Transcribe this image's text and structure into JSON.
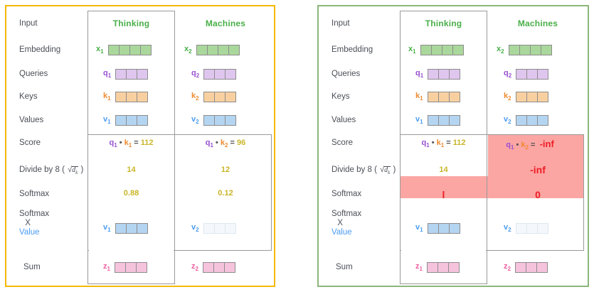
{
  "meta": {
    "title": "Self-Attention computation: unmasked vs masked",
    "accent_left_border": "#f5b800",
    "accent_right_border": "#8cb77a",
    "outline_color": "#9a9a9a",
    "mask_highlight": "#fba6a3"
  },
  "row_labels": [
    {
      "key": "input",
      "text": "Input"
    },
    {
      "key": "embedding",
      "text": "Embedding"
    },
    {
      "key": "queries",
      "text": "Queries"
    },
    {
      "key": "keys",
      "text": "Keys"
    },
    {
      "key": "values",
      "text": "Values"
    },
    {
      "key": "score",
      "text": "Score"
    },
    {
      "key": "divide",
      "text": "Divide by 8 ("
    },
    {
      "key": "divide_tail",
      "text": ")"
    },
    {
      "key": "softmax",
      "text": "Softmax"
    },
    {
      "key": "softmax_x",
      "line1": "Softmax",
      "line2": "X",
      "line3": "Value"
    },
    {
      "key": "sum",
      "text": "Sum"
    }
  ],
  "sqrt_symbol": "√",
  "sqrt_arg": "d",
  "sqrt_arg_sub": "k",
  "columns": [
    {
      "key": "thinking",
      "header": "Thinking"
    },
    {
      "key": "machines",
      "header": "Machines"
    }
  ],
  "vectors": {
    "embedding": [
      {
        "label": "x",
        "sub": "1",
        "label_color": "green",
        "cells": 4,
        "fill": "green"
      },
      {
        "label": "x",
        "sub": "2",
        "label_color": "green",
        "cells": 4,
        "fill": "green"
      }
    ],
    "queries": [
      {
        "label": "q",
        "sub": "1",
        "label_color": "purple",
        "cells": 3,
        "fill": "purple"
      },
      {
        "label": "q",
        "sub": "2",
        "label_color": "purple",
        "cells": 3,
        "fill": "purple"
      }
    ],
    "keys": [
      {
        "label": "k",
        "sub": "1",
        "label_color": "orange",
        "cells": 3,
        "fill": "orange"
      },
      {
        "label": "k",
        "sub": "2",
        "label_color": "orange",
        "cells": 3,
        "fill": "orange"
      }
    ],
    "values": [
      {
        "label": "v",
        "sub": "1",
        "label_color": "blue",
        "cells": 3,
        "fill": "blue"
      },
      {
        "label": "v",
        "sub": "2",
        "label_color": "blue",
        "cells": 3,
        "fill": "blue"
      }
    ],
    "softmax_value": [
      {
        "label": "v",
        "sub": "1",
        "label_color": "blue",
        "cells": 3,
        "fill": "blue"
      },
      {
        "label": "v",
        "sub": "2",
        "label_color": "blue",
        "cells": 3,
        "fill": "faint"
      }
    ],
    "sum": [
      {
        "label": "z",
        "sub": "1",
        "label_color": "pink",
        "cells": 3,
        "fill": "pink"
      },
      {
        "label": "z",
        "sub": "2",
        "label_color": "pink",
        "cells": 3,
        "fill": "pink"
      }
    ]
  },
  "left_panel": {
    "name": "unmasked-self-attention",
    "score": {
      "thinking": {
        "q": "q",
        "q_sub": "1",
        "dot": "•",
        "k": "k",
        "k_sub": "1",
        "eq": "=",
        "value": "112"
      },
      "machines": {
        "q": "q",
        "q_sub": "1",
        "dot": "•",
        "k": "k",
        "k_sub": "2",
        "eq": "=",
        "value": "96"
      }
    },
    "divide": {
      "thinking": "14",
      "machines": "12"
    },
    "softmax": {
      "thinking": "0.88",
      "machines": "0.12"
    }
  },
  "right_panel": {
    "name": "masked-self-attention",
    "score": {
      "thinking": {
        "q": "q",
        "q_sub": "1",
        "dot": "•",
        "k": "k",
        "k_sub": "1",
        "eq": "=",
        "value": "112"
      },
      "machines": {
        "q": "q",
        "q_sub": "1",
        "dot": "•",
        "k": "k",
        "k_sub": "2",
        "eq": "=",
        "value": "-inf"
      }
    },
    "divide": {
      "thinking": "14",
      "machines": "-inf"
    },
    "softmax": {
      "thinking": "l",
      "machines": "0"
    }
  }
}
